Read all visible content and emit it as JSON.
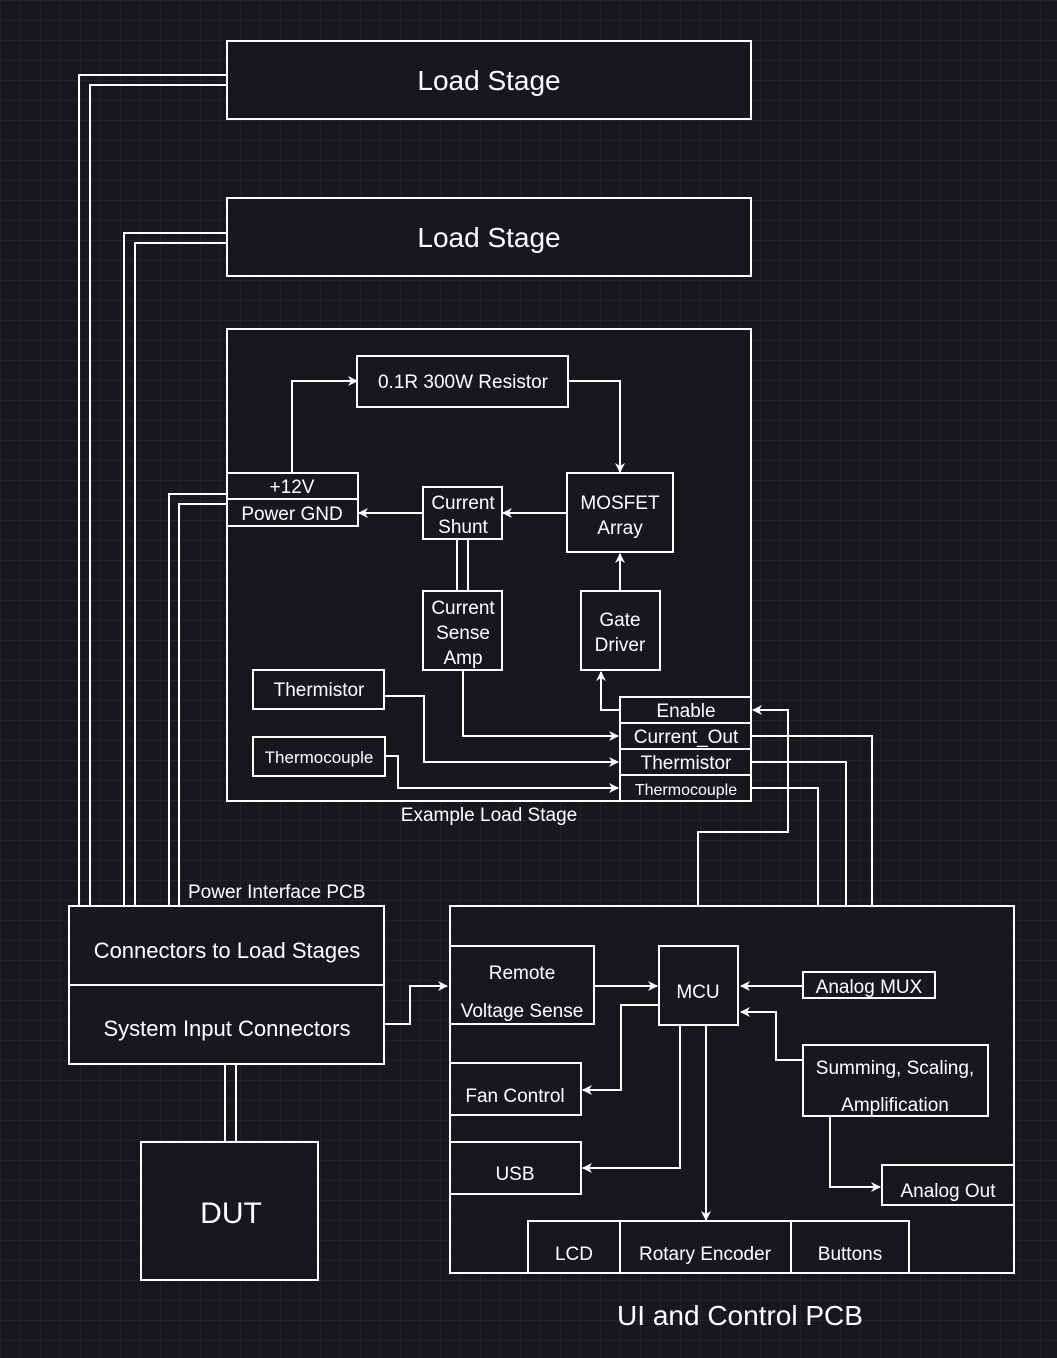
{
  "colors": {
    "background": "#18171d",
    "stroke": "#ffffff",
    "text": "#ffffff"
  },
  "load_stage_1": "Load Stage",
  "load_stage_2": "Load Stage",
  "example": {
    "resistor": "0.1R 300W Resistor",
    "plus12v": "+12V",
    "power_gnd": "Power GND",
    "current_shunt": [
      "Current",
      "Shunt"
    ],
    "mosfet_array": [
      "MOSFET",
      "Array"
    ],
    "current_sense_amp": [
      "Current",
      "Sense",
      "Amp"
    ],
    "gate_driver": [
      "Gate",
      "Driver"
    ],
    "thermistor": "Thermistor",
    "thermocouple": "Thermocouple",
    "port_enable": "Enable",
    "port_current_out": "Current_Out",
    "port_thermistor": "Thermistor",
    "port_thermocouple": "Thermocouple",
    "caption": "Example Load Stage"
  },
  "power_pcb": {
    "label": "Power Interface PCB",
    "connectors_load": "Connectors to Load Stages",
    "system_input": "System Input Connectors"
  },
  "dut": "DUT",
  "ui_pcb": {
    "remote_sense": [
      "Remote",
      "Voltage Sense"
    ],
    "mcu": "MCU",
    "analog_mux": "Analog MUX",
    "summing": [
      "Summing, Scaling,",
      "Amplification"
    ],
    "fan_control": "Fan Control",
    "usb": "USB",
    "analog_out": "Analog Out",
    "lcd": "LCD",
    "rotary_encoder": "Rotary Encoder",
    "buttons": "Buttons",
    "caption": "UI and Control PCB"
  }
}
